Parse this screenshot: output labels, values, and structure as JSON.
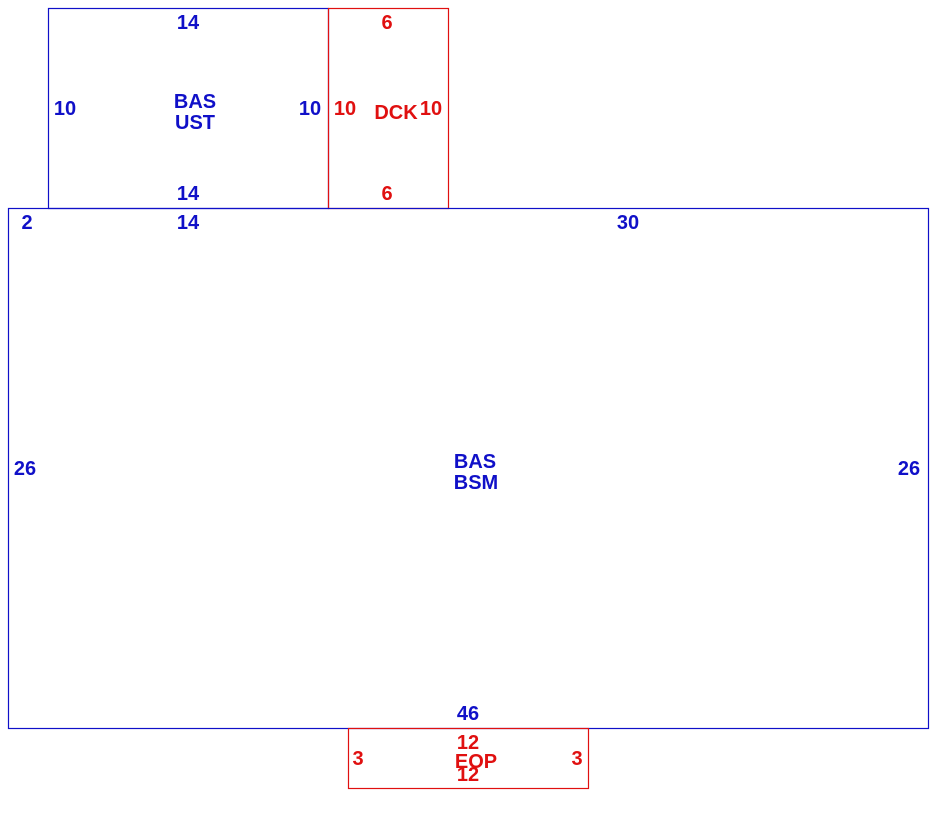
{
  "colors": {
    "main": "#1010c8",
    "accent": "#e01010"
  },
  "areas": {
    "bas_ust": {
      "code_line1": "BAS",
      "code_line2": "UST",
      "top": "14",
      "bottom": "14",
      "left": "10",
      "right": "10"
    },
    "dck": {
      "code": "DCK",
      "top": "6",
      "bottom": "6",
      "left": "10",
      "right": "10"
    },
    "bas_bsm": {
      "code_line1": "BAS",
      "code_line2": "BSM",
      "top_left_seg": "2",
      "top_mid_seg": "14",
      "top_right_seg": "30",
      "left": "26",
      "right": "26",
      "bottom": "46"
    },
    "eop": {
      "code": "EOP",
      "top": "12",
      "bottom": "12",
      "left": "3",
      "right": "3"
    }
  }
}
